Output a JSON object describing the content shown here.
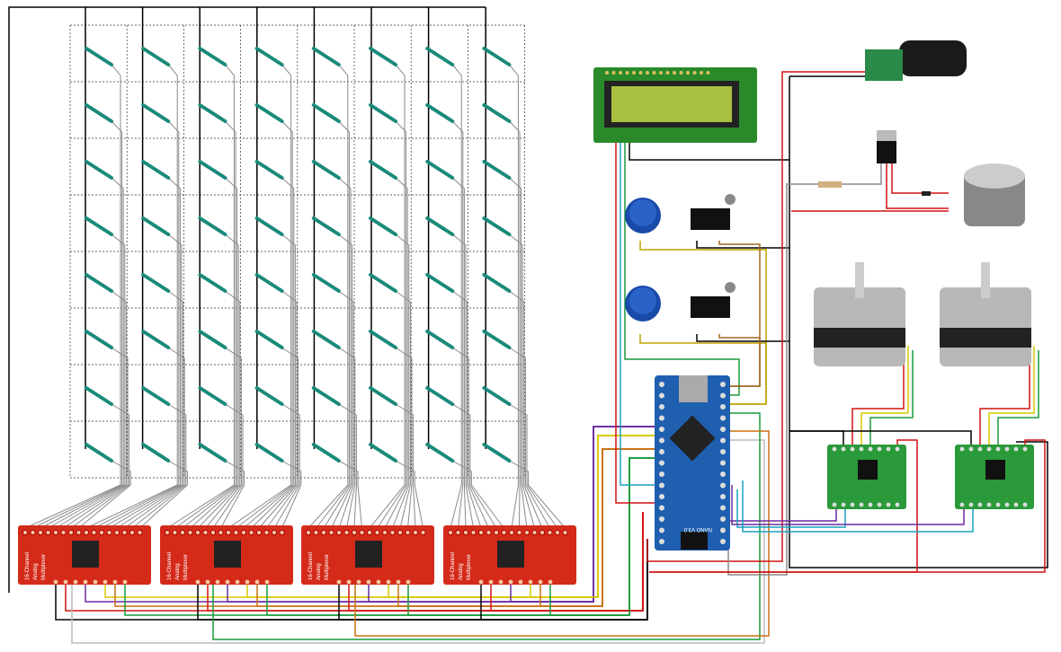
{
  "mux": {
    "label_line1": "16-Channel",
    "label_line2": "Analog",
    "label_line3": "Multiplexer",
    "count": 4
  },
  "nano": {
    "label": "NANO V3.0"
  },
  "reed_grid": {
    "rows": 8,
    "cols": 8
  },
  "colors": {
    "wire_black": "#000000",
    "wire_red": "#d01010",
    "wire_gray": "#8a8a8a",
    "wire_green": "#1a9a3a",
    "wire_purple": "#6a2aa0",
    "wire_orange": "#c87010",
    "wire_yellow": "#d6c800",
    "wire_cyan": "#1aa0c0",
    "wire_brown": "#a06820",
    "mux_board": "#d42a1a",
    "nano_board": "#1f5fb0",
    "driver_board": "#2a9a3a",
    "lcd_board": "#2a8a2a",
    "lcd_screen": "#a8c040",
    "button_blue": "#1a4aa8"
  }
}
